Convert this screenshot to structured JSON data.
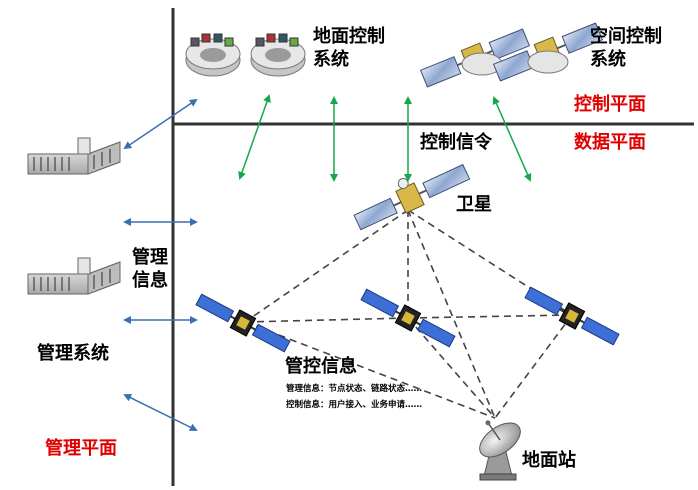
{
  "labels": {
    "ground_control": "地面控制系统",
    "space_control": "空间控制系统",
    "control_plane": "控制平面",
    "data_plane": "数据平面",
    "control_signal": "控制信令",
    "satellite": "卫星",
    "mgmt_info": "管理信息",
    "mgmt_system": "管理系统",
    "mgmt_plane": "管理平面",
    "control_info": "管控信息",
    "mgmt_info_detail": "管理信息：节点状态、链路状态……",
    "ctrl_info_detail": "控制信息：用户接入、业务申请……",
    "ground_station": "地面站"
  },
  "colors": {
    "plane_label": "#e00000",
    "green_arrow": "#13a84a",
    "blue_arrow": "#3a6fb0",
    "divider": "#333333",
    "dashed": "#444444"
  }
}
